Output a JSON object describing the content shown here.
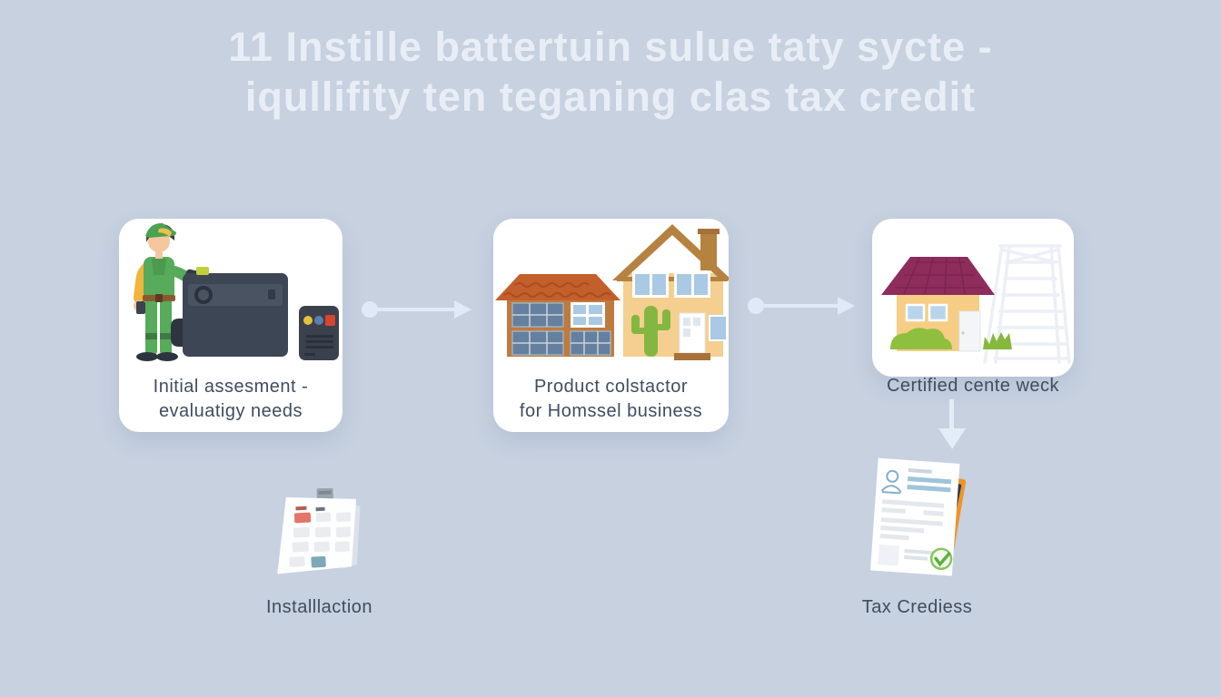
{
  "title": {
    "line1": "11 Instille battertuin sulue taty sycte -",
    "line2": "iqullifity ten teganing clas tax credit"
  },
  "steps": [
    {
      "id": "step-1",
      "icon": "technician-battery-illustration",
      "label_line1": "Initial assesment -",
      "label_line2": "evaluatigy needs"
    },
    {
      "id": "step-2",
      "icon": "solar-houses-illustration",
      "label_line1": "Product colstactor",
      "label_line2": "for Homssel business"
    },
    {
      "id": "step-3",
      "icon": "house-scaffolding-illustration",
      "label_line1": "Certified cente weck",
      "label_line2": ""
    }
  ],
  "connectors": [
    {
      "id": "connector-1-2",
      "icon": "right-arrow-icon"
    },
    {
      "id": "connector-2-3",
      "icon": "right-arrow-icon"
    },
    {
      "id": "connector-3-down",
      "icon": "down-arrow-icon"
    }
  ],
  "extras": [
    {
      "id": "installation",
      "icon": "calendar-illustration",
      "label": "Installlaction"
    },
    {
      "id": "tax-credits",
      "icon": "tax-document-illustration",
      "label": "Tax Crediess"
    }
  ],
  "colors": {
    "background": "#c7d1e0",
    "title_text": "#e9eef6",
    "label_text": "#3f4d60",
    "card_background": "#ffffff",
    "arrow": "#e0e9f5",
    "worker_green": "#57ab5a",
    "worker_sleeve_yellow": "#f1b43c",
    "battery_dark": "#3d4654",
    "roof_terracotta": "#c35f2b",
    "house_tan": "#f4cf90",
    "roof_purple": "#8e2d5c",
    "grass_green": "#8fbf3e",
    "calendar_red_cell": "#e4756a",
    "calendar_teal_cell": "#7fa8b8",
    "folder_orange": "#ef9327",
    "folder_navy": "#2e3950",
    "check_green": "#5daf3c"
  }
}
